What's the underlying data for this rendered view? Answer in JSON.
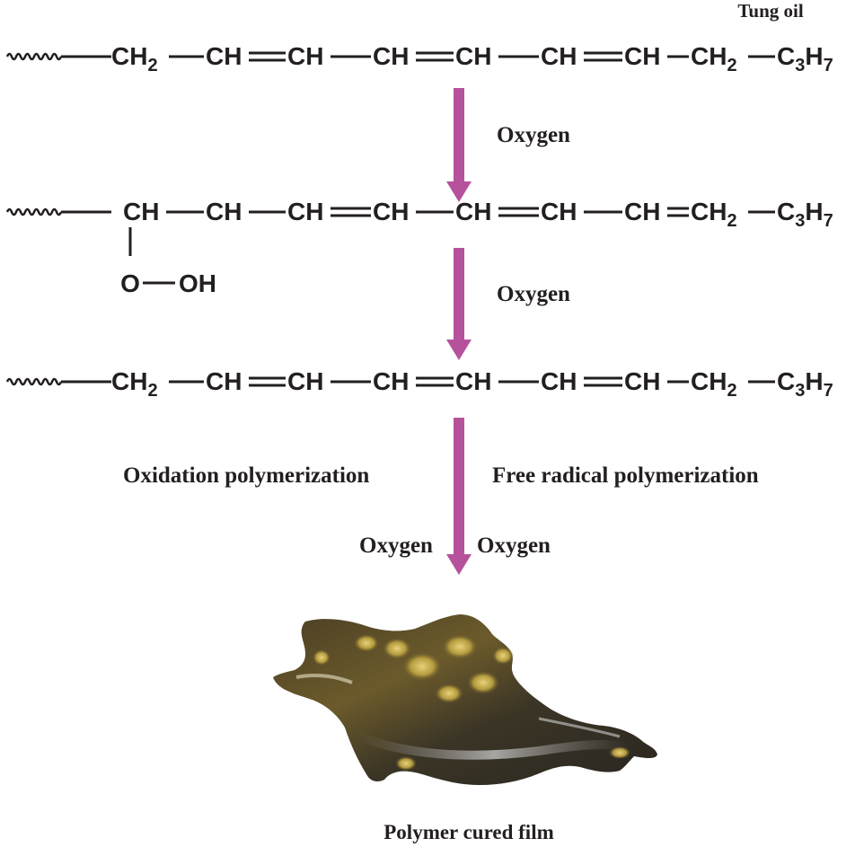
{
  "title": "Tung oil",
  "caption": "Polymer cured film",
  "arrow_color": "#b6529c",
  "structures": [
    {
      "groups": [
        {
          "main": "CH",
          "sub": "2"
        },
        {
          "main": "CH",
          "sub": ""
        },
        {
          "main": "CH",
          "sub": ""
        },
        {
          "main": "CH",
          "sub": ""
        },
        {
          "main": "CH",
          "sub": ""
        },
        {
          "main": "CH",
          "sub": ""
        },
        {
          "main": "CH",
          "sub": ""
        },
        {
          "main": "CH",
          "sub": "2"
        }
      ],
      "terminal": [
        {
          "t": "C",
          "s": "3"
        },
        {
          "t": "H",
          "s": "7"
        }
      ],
      "bonds": [
        "single",
        "double",
        "single",
        "double",
        "single",
        "double",
        "single",
        "single"
      ]
    },
    {
      "groups": [
        {
          "main": "CH",
          "sub": ""
        },
        {
          "main": "CH",
          "sub": ""
        },
        {
          "main": "CH",
          "sub": ""
        },
        {
          "main": "CH",
          "sub": ""
        },
        {
          "main": "CH",
          "sub": ""
        },
        {
          "main": "CH",
          "sub": ""
        },
        {
          "main": "CH",
          "sub": ""
        },
        {
          "main": "CH",
          "sub": "2"
        }
      ],
      "terminal": [
        {
          "t": "C",
          "s": "3"
        },
        {
          "t": "H",
          "s": "7"
        }
      ],
      "bonds": [
        "single",
        "single",
        "double",
        "single",
        "double",
        "single",
        "double",
        "single"
      ],
      "substituent": {
        "o": "O",
        "oh": "OH"
      }
    },
    {
      "groups": [
        {
          "main": "CH",
          "sub": "2"
        },
        {
          "main": "CH",
          "sub": ""
        },
        {
          "main": "CH",
          "sub": ""
        },
        {
          "main": "CH",
          "sub": ""
        },
        {
          "main": "CH",
          "sub": ""
        },
        {
          "main": "CH",
          "sub": ""
        },
        {
          "main": "CH",
          "sub": ""
        },
        {
          "main": "CH",
          "sub": "2"
        }
      ],
      "terminal": [
        {
          "t": "C",
          "s": "3"
        },
        {
          "t": "H",
          "s": "7"
        }
      ],
      "bonds": [
        "single",
        "double",
        "single",
        "double",
        "single",
        "double",
        "single",
        "single"
      ]
    }
  ],
  "steps": [
    {
      "label": "Oxygen"
    },
    {
      "label": "Oxygen"
    },
    {
      "left_label": "Oxidation polymerization",
      "right_label": "Free radical polymerization",
      "oxygen_left": "Oxygen",
      "oxygen_right": "Oxygen"
    }
  ]
}
